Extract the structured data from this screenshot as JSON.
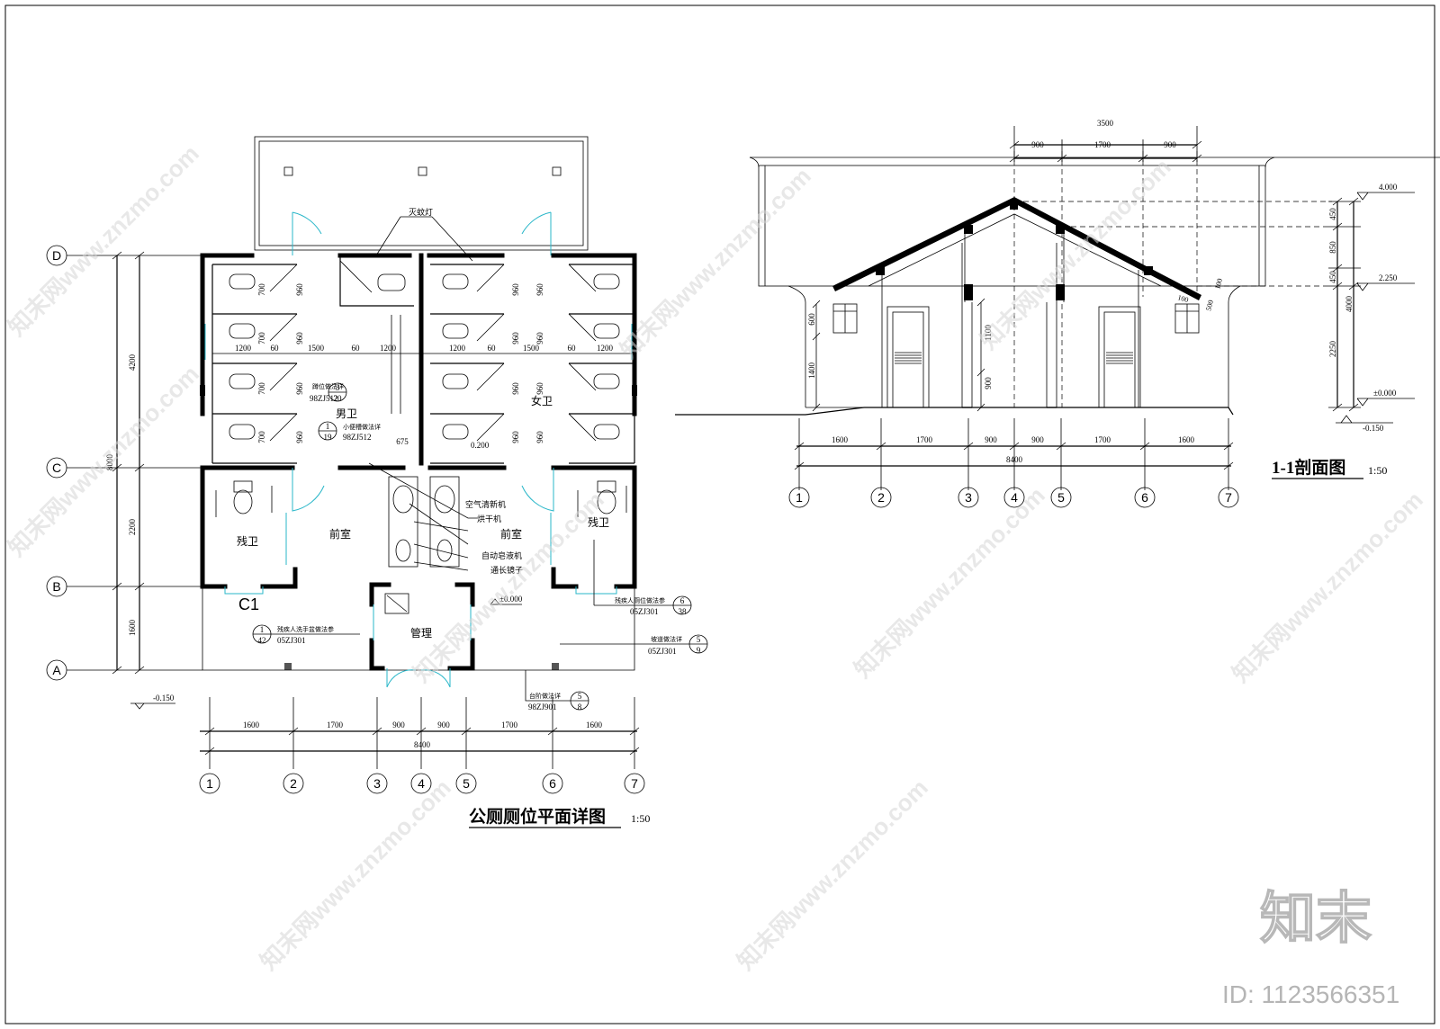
{
  "plan": {
    "title": "公厕厕位平面详图",
    "scale": "1:50",
    "rooms": {
      "men": "男卫",
      "women": "女卫",
      "anteroom_left": "前室",
      "anteroom_right": "前室",
      "accessible_left": "残卫",
      "accessible_right": "残卫",
      "management": "管理"
    },
    "window_tag": "C1",
    "equipment": {
      "mosquito_lamp": "灭蚊灯",
      "air_purifier": "空气清新机",
      "hand_dryer": "烘干机",
      "soap_dispenser": "自动皂液机",
      "long_mirror": "通长镜子"
    },
    "levels": {
      "floor": "±0.000",
      "ground": "-0.150",
      "step": "0.200"
    },
    "callouts": {
      "squat_note": "蹲位做法详",
      "squat_ref": "98ZJ512",
      "squat_num": "3",
      "squat_sheet": "20",
      "urinal_note": "小便槽做法详",
      "urinal_ref": "98ZJ512",
      "urinal_num": "1",
      "urinal_sheet": "19",
      "basin_note": "残疾人洗手盆做法参",
      "basin_ref": "05ZJ301",
      "basin_num": "1",
      "basin_sheet": "42",
      "acc_toilet_note": "残疾人厕位做法参",
      "acc_toilet_ref": "05ZJ301",
      "acc_toilet_num": "6",
      "acc_toilet_sheet": "38",
      "ramp_note": "坡道做法详",
      "ramp_ref": "05ZJ301",
      "ramp_num": "5",
      "ramp_sheet": "9",
      "step_note": "台阶做法详",
      "step_ref": "98ZJ901",
      "step_num": "5",
      "step_sheet": "8"
    },
    "axes_x": [
      "1",
      "2",
      "3",
      "4",
      "5",
      "6",
      "7"
    ],
    "axes_y": [
      "D",
      "C",
      "B",
      "A"
    ],
    "dims_bottom": [
      "1600",
      "1700",
      "900",
      "900",
      "1700",
      "1600"
    ],
    "dim_total": "8400",
    "dims_left": [
      "4200",
      "2200",
      "1600"
    ],
    "dim_left_total": "8000",
    "dims_stall_h": [
      "700",
      "960"
    ],
    "dims_stall_w": [
      "1200",
      "60",
      "1500",
      "60",
      "1200"
    ],
    "dim_675": "675"
  },
  "section": {
    "title": "1-1剖面图",
    "scale": "1:50",
    "levels": {
      "ridge": "4.000",
      "eave": "2.250",
      "floor": "±0.000",
      "ground": "-0.150"
    },
    "dims_top": [
      "3500",
      "900",
      "1700",
      "900"
    ],
    "dims_right": [
      "450",
      "850",
      "450",
      "4000",
      "2250"
    ],
    "dims_left_window": [
      "600",
      "1400"
    ],
    "dims_mid": [
      "1100",
      "900"
    ],
    "dims_eave": [
      "100",
      "500",
      "100"
    ],
    "dims_bottom": [
      "1600",
      "1700",
      "900",
      "900",
      "1700",
      "1600"
    ],
    "dim_total": "8400",
    "axes_x": [
      "1",
      "2",
      "3",
      "4",
      "5",
      "6",
      "7"
    ]
  },
  "watermark": {
    "text": "知末网www.znzmo.com",
    "logo": "知末",
    "id_text": "ID: 1123566351"
  }
}
